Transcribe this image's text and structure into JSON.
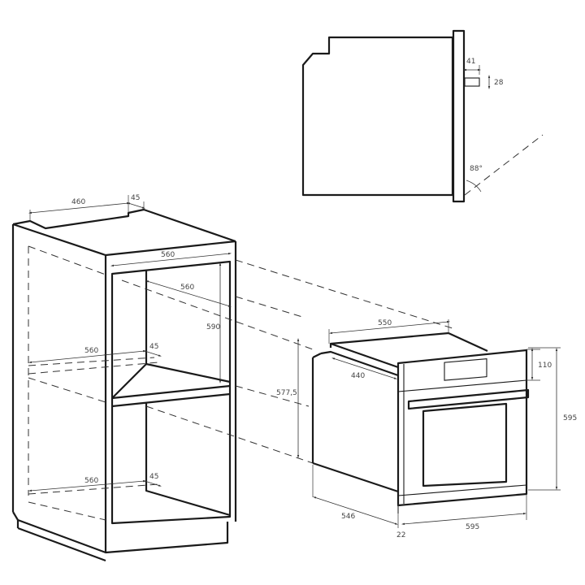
{
  "side_view": {
    "depth_41": "41",
    "height_28": "28",
    "angle": "88°"
  },
  "cabinet": {
    "top_depth": "460",
    "top_gap": "45",
    "opening_width": "560",
    "opening_depth": "560",
    "opening_height": "590",
    "mid_depth": "560",
    "mid_gap": "45",
    "bottom_depth": "560",
    "bottom_gap": "45"
  },
  "oven": {
    "width_top": "550",
    "side_depth": "440",
    "body_height": "577,5",
    "panel_height": "110",
    "total_height": "595",
    "depth": "546",
    "front_thickness": "22",
    "front_width": "595"
  }
}
